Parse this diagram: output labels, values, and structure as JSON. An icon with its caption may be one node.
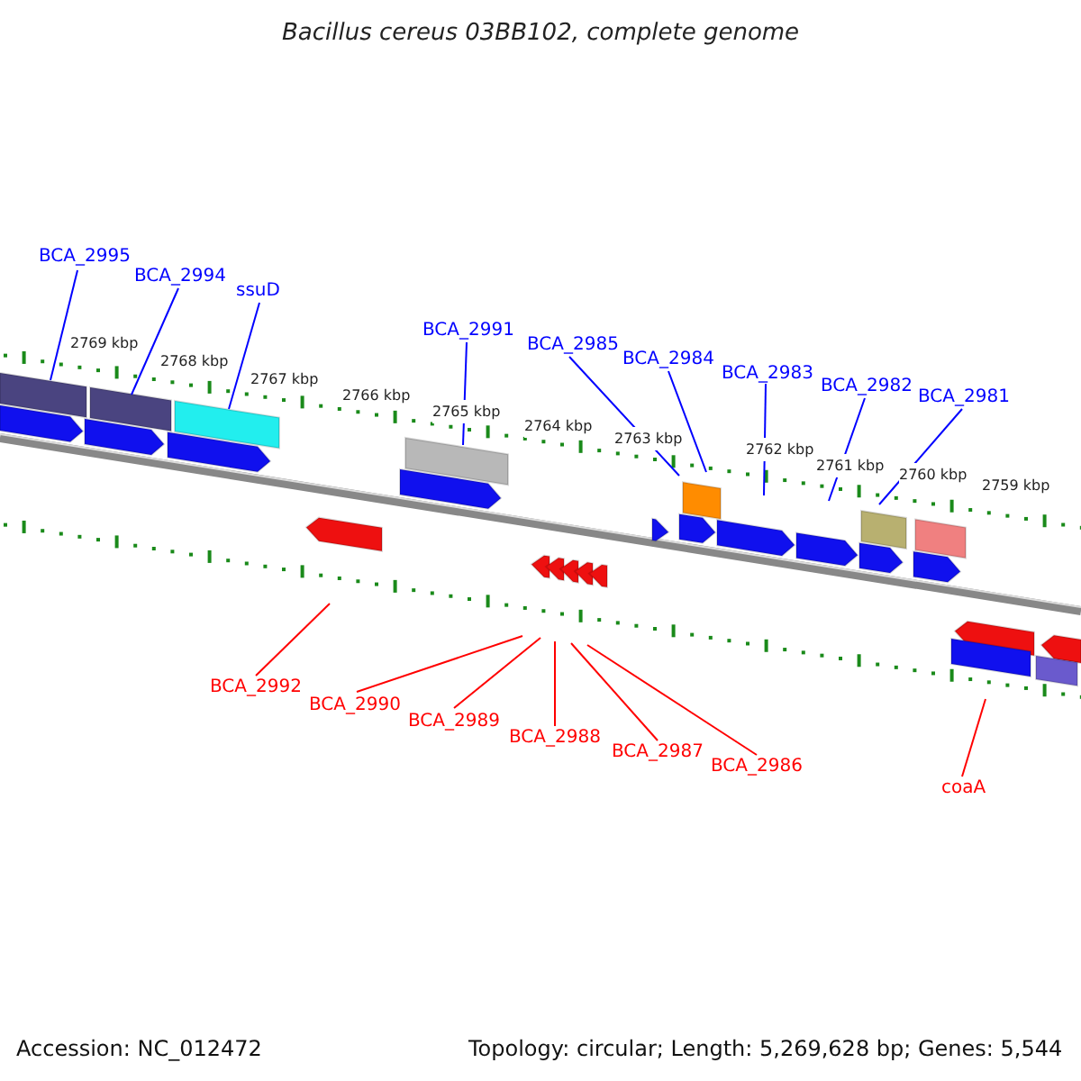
{
  "diagram": {
    "title": "Bacillus cereus 03BB102, complete genome",
    "nodes": [
      {
        "text": [
          "BCA_2995"
        ]
      },
      {
        "text": [
          "BCA_2994"
        ]
      },
      {
        "text": [
          "ssuD"
        ]
      },
      {
        "text": [
          "BCA_2991"
        ]
      },
      {
        "text": [
          "BCA_2985"
        ]
      },
      {
        "text": [
          "BCA_2984"
        ]
      },
      {
        "text": [
          "BCA_2983"
        ]
      },
      {
        "text": [
          "BCA_2982"
        ]
      },
      {
        "text": [
          "BCA_2981"
        ]
      },
      {
        "text": [
          "BCA_2992"
        ]
      },
      {
        "text": [
          "BCA_2990"
        ]
      },
      {
        "text": [
          "BCA_2989"
        ]
      },
      {
        "text": [
          "BCA_2988"
        ]
      },
      {
        "text": [
          "BCA_2987"
        ]
      },
      {
        "text": [
          "BCA_2986"
        ]
      },
      {
        "text": [
          "coaA"
        ]
      }
    ],
    "edges": [
      {
        "from": 0,
        "to": null,
        "arrow": "none"
      },
      {
        "from": 1,
        "to": null,
        "arrow": "none"
      },
      {
        "from": 2,
        "to": null,
        "arrow": "none"
      },
      {
        "from": 3,
        "to": null,
        "arrow": "none"
      },
      {
        "from": 4,
        "to": null,
        "arrow": "none"
      },
      {
        "from": 5,
        "to": null,
        "arrow": "none"
      },
      {
        "from": 6,
        "to": null,
        "arrow": "none"
      },
      {
        "from": 7,
        "to": null,
        "arrow": "none"
      },
      {
        "from": 8,
        "to": null,
        "arrow": "none"
      },
      {
        "from": 9,
        "to": null,
        "arrow": "none",
        "color": "#ff0000"
      },
      {
        "from": 10,
        "to": null,
        "arrow": "none",
        "color": "#ff0000"
      },
      {
        "from": 11,
        "to": null,
        "arrow": "none",
        "color": "#ff0000"
      },
      {
        "from": 12,
        "to": null,
        "arrow": "none",
        "color": "#ff0000"
      },
      {
        "from": 13,
        "to": null,
        "arrow": "none",
        "color": "#ff0000"
      },
      {
        "from": 14,
        "to": null,
        "arrow": "none",
        "color": "#ff0000"
      },
      {
        "from": 15,
        "to": null,
        "arrow": "none",
        "color": "#ff0000"
      }
    ],
    "labels": [
      "2769 kbp",
      "2768 kbp",
      "2767 kbp",
      "2766 kbp",
      "2765 kbp",
      "2764 kbp",
      "2763 kbp",
      "2762 kbp",
      "2761 kbp",
      "2760 kbp",
      "2759 kbp",
      "Accession: NC_012472",
      "Topology: circular; Length: 5,269,628 bp; Genes: 5,544"
    ]
  }
}
